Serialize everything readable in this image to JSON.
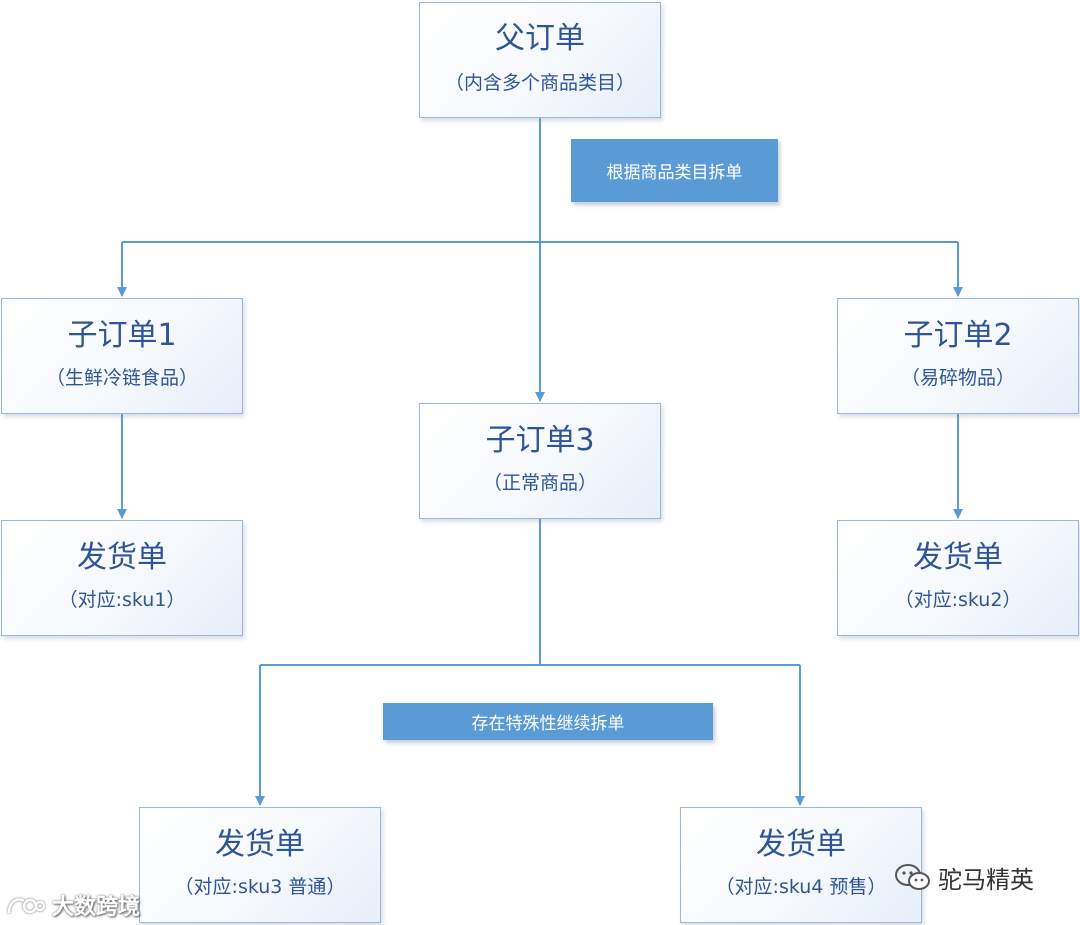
{
  "colors": {
    "line": "#5b9bd5",
    "label_bg": "#5b9bd5",
    "node_border": "#9bb8d8",
    "text": "#2f5597"
  },
  "nodes": {
    "parent": {
      "title": "父订单",
      "sub": "（内含多个商品类目）"
    },
    "child1": {
      "title": "子订单1",
      "sub": "（生鲜冷链食品）"
    },
    "child2": {
      "title": "子订单2",
      "sub": "（易碎物品）"
    },
    "child3": {
      "title": "子订单3",
      "sub": "（正常商品）"
    },
    "ship1": {
      "title": "发货单",
      "sub": "（对应:sku1）"
    },
    "ship2": {
      "title": "发货单",
      "sub": "（对应:sku2）"
    },
    "ship3": {
      "title": "发货单",
      "sub": "（对应:sku3 普通）"
    },
    "ship4": {
      "title": "发货单",
      "sub": "（对应:sku4 预售）"
    }
  },
  "labels": {
    "split_by_category": "根据商品类目拆单",
    "continue_split": "存在特殊性继续拆单"
  },
  "watermarks": {
    "left": "大数跨境",
    "right": "驼马精英",
    "right_icon": "wechat-icon"
  }
}
